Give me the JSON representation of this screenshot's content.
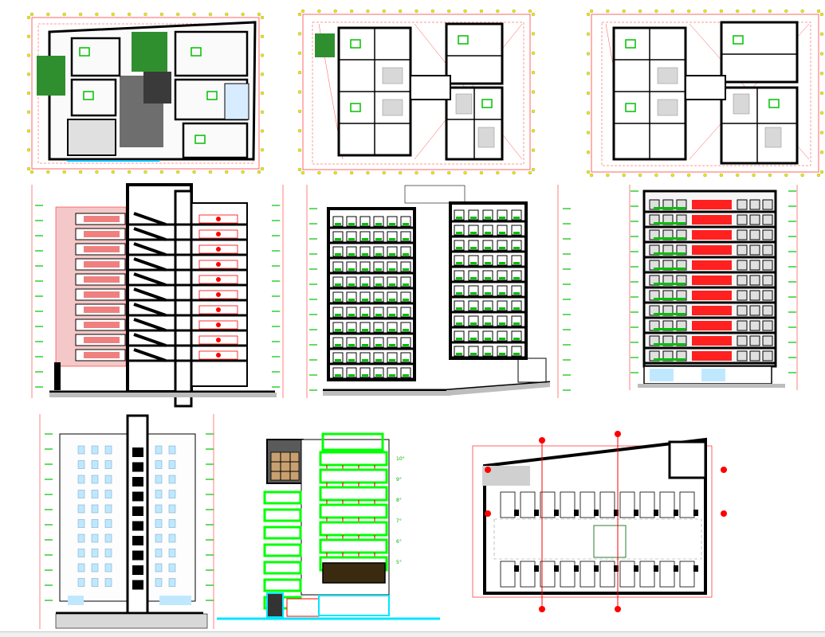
{
  "sheet_title": "",
  "colors": {
    "wall": "#000000",
    "dimension": "#ff0000",
    "green": "#00c000",
    "bright_green": "#00ff00",
    "grid_node": "#e8e800",
    "glass": "#bfe8ff",
    "cyan": "#00e5ff",
    "garden": "#2f8f2f",
    "gray_fill": "#707070"
  },
  "drawings": [
    {
      "id": "plan-ground",
      "kind": "floor plan",
      "label": ""
    },
    {
      "id": "plan-typical-a",
      "kind": "floor plan",
      "label": ""
    },
    {
      "id": "plan-typical-b",
      "kind": "floor plan",
      "label": ""
    },
    {
      "id": "section-a",
      "kind": "section",
      "label": ""
    },
    {
      "id": "section-b",
      "kind": "section",
      "label": ""
    },
    {
      "id": "elevation-rear",
      "kind": "elevation",
      "label": ""
    },
    {
      "id": "section-c",
      "kind": "section",
      "label": ""
    },
    {
      "id": "elevation-front",
      "kind": "elevation",
      "label": ""
    },
    {
      "id": "plan-basement",
      "kind": "basement parking plan",
      "label": ""
    }
  ],
  "floors_per_tower": 10,
  "status_text": ""
}
